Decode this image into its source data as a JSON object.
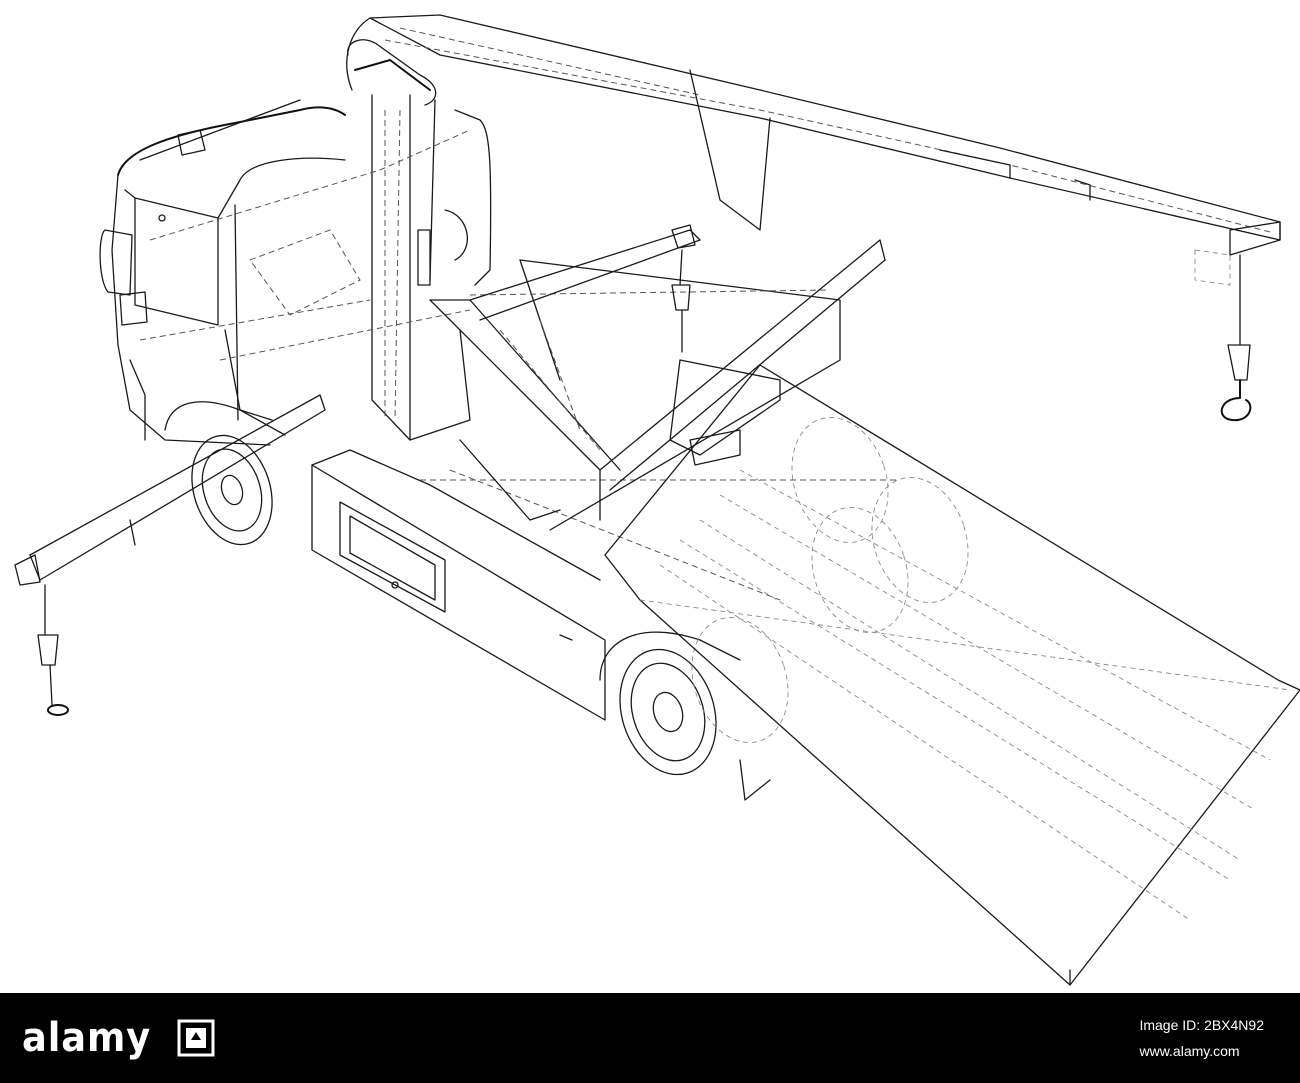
{
  "footer": {
    "brand": "alamy",
    "image_id_label": "Image ID: ",
    "image_id": "2BX4N92",
    "site": "www.alamy.com"
  },
  "colors": {
    "background": "#ffffff",
    "line": "#1a1a1a",
    "footer_bg": "#000000",
    "footer_text": "#ffffff"
  },
  "icons": [
    "alamy-logo-mark-icon"
  ]
}
